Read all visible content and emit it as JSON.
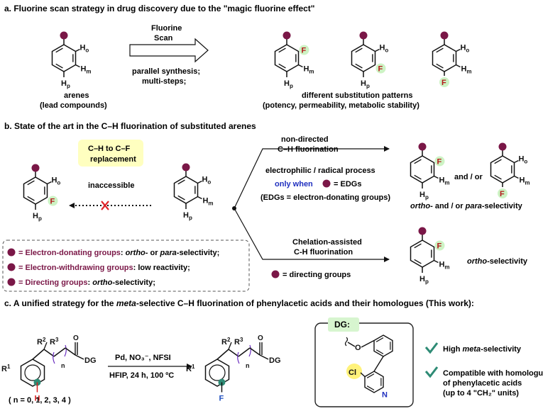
{
  "colors": {
    "substituent": "#7a1747",
    "fluorine_highlight": "#cdf3c4",
    "fluorine_text": "#b5181a",
    "blue_text": "#1f2fbf",
    "red_cross": "#e0262b",
    "yellow_box": "#ffffc0",
    "teal_check": "#2e8b75",
    "dg_label_bg": "#d7f5cf",
    "chlorine_highlight": "#fff27a",
    "hydrogen_red": "#d81e1e"
  },
  "section_a": {
    "title": "a. Fluorine scan strategy in drug discovery due to the \"magic fluorine effect\"",
    "arrow_top": [
      "Fluorine",
      "Scan"
    ],
    "arrow_bottom": [
      "parallel synthesis;",
      "multi-steps;"
    ],
    "arenes_caption": [
      "arenes",
      "(lead compounds)"
    ],
    "patterns_caption": [
      "different substitution patterns",
      "(potency, permeability, metabolic stability)"
    ],
    "labels": {
      "Ho": "H",
      "Hm": "H",
      "Hp": "H",
      "sub_o": "o",
      "sub_m": "m",
      "sub_p": "p",
      "F": "F"
    }
  },
  "section_b": {
    "title": "b. State of the art in the C–H fluorination of substituted arenes",
    "box_text": [
      "C–H to C–F",
      "replacement"
    ],
    "inaccessible": "inaccessible",
    "non_directed": [
      "non-directed",
      "C–H fluorination"
    ],
    "process": "electrophilic / radical process",
    "only_when": "only when",
    "edgs_eq": "= EDGs",
    "edgs_def": "(EDGs = electron-donating groups)",
    "and_or": "and / or",
    "ortho_para_sel": [
      "ortho",
      "- and / or ",
      "para",
      "-selectivity"
    ],
    "chelation": [
      "Chelation-assisted",
      "C-H fluorination"
    ],
    "directing": "= directing groups",
    "ortho_sel": [
      "ortho",
      "-selectivity"
    ],
    "legend": [
      {
        "bold": "= Electron-donating groups",
        "rest": ": ",
        "it1": "ortho",
        "mid": "- or ",
        "it2": "para",
        "end": "-selectivity;"
      },
      {
        "bold": "= Electron-withdrawing groups",
        "rest": ": low reactivity;",
        "it1": "",
        "mid": "",
        "it2": "",
        "end": ""
      },
      {
        "bold": "= Directing groups",
        "rest": ": ",
        "it1": "ortho",
        "mid": "",
        "it2": "",
        "end": "-selectivity;"
      }
    ]
  },
  "section_c": {
    "title_pre": "c. A unified strategy for the ",
    "title_it": "meta",
    "title_post": "-selective C–H fluorination of phenylacetic acids and their homologues (This work):",
    "reagents": "Pd, NO₃⁻, NFSI",
    "conditions": "HFIP, 24 h, 100 ºC",
    "n_values": "( n = 0, 1, 2, 3, 4 )",
    "R1": "R",
    "R1_sup": "1",
    "R2": "R",
    "R2_sup": "2",
    "R3": "R",
    "R3_sup": "3",
    "n": "n",
    "O": "O",
    "DG": "DG",
    "H": "H",
    "F": "F",
    "dg_box_label": "DG:",
    "dg_O": "O",
    "dg_Cl": "Cl",
    "dg_N": "N",
    "feature1": [
      "High ",
      "meta",
      "-selectivity"
    ],
    "feature2": [
      "Compatible with homologues",
      "of phenylacetic acids",
      "(up to 4 \"CH₂\" units)"
    ]
  }
}
